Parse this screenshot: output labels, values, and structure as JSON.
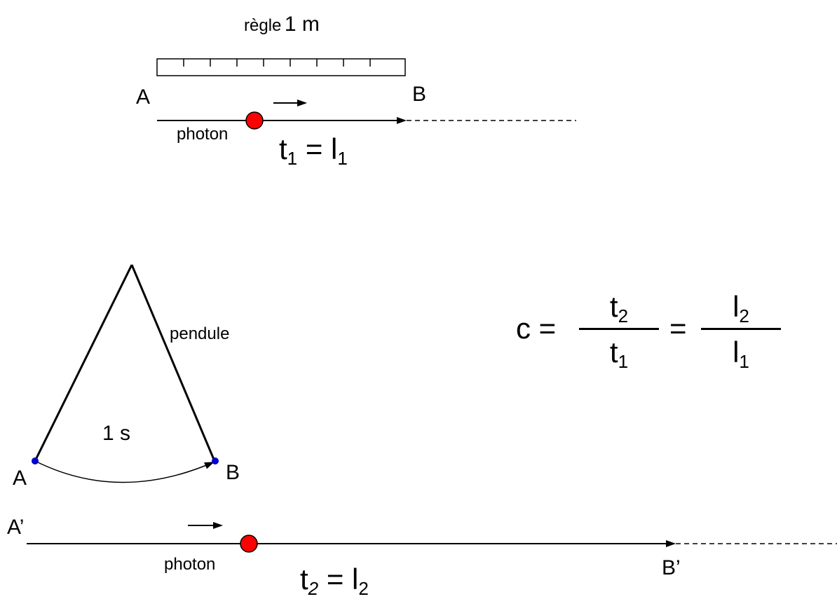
{
  "top": {
    "ruler_label_prefix": "règle",
    "ruler_label_value": "1 m",
    "point_a": "A",
    "point_b": "B",
    "photon_label": "photon",
    "eq": {
      "t": "t",
      "t_sub": "1",
      "eq": " = ",
      "l": "l",
      "l_sub": "1"
    }
  },
  "pendulum": {
    "label": "pendule",
    "period": "1 s",
    "point_a": "A",
    "point_b": "B"
  },
  "bottom": {
    "point_a": "A’",
    "point_b": "B’",
    "photon_label": "photon",
    "eq": {
      "t": "t",
      "t_sub": "2",
      "eq": " = ",
      "l": "l",
      "l_sub": "2"
    }
  },
  "formula": {
    "lhs": "c =",
    "num1": "t",
    "num1_sub": "2",
    "den1": "t",
    "den1_sub": "1",
    "mid": "=",
    "num2": "l",
    "num2_sub": "2",
    "den2": "l",
    "den2_sub": "1"
  },
  "colors": {
    "photon": "#ff0000",
    "pivot_point": "#0000cc",
    "stroke": "#000000"
  }
}
